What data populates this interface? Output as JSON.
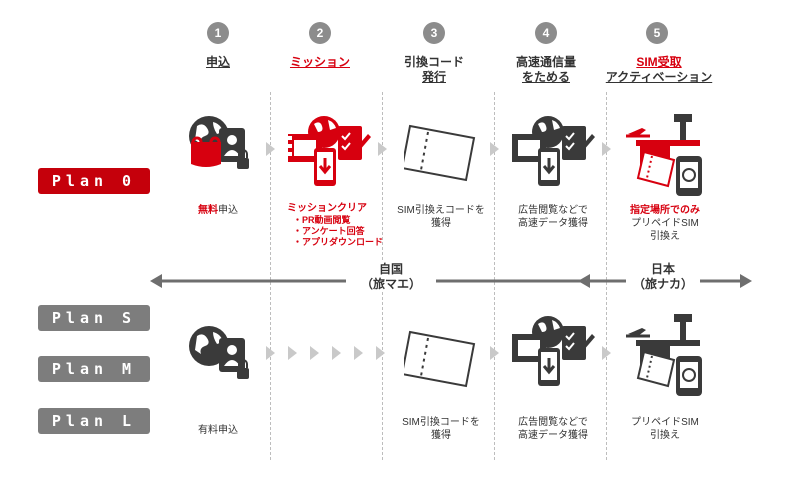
{
  "steps": [
    {
      "num": "1",
      "title_l1": "申込",
      "title_l2": ""
    },
    {
      "num": "2",
      "title_l1": "ミッション",
      "title_l2": ""
    },
    {
      "num": "3",
      "title_l1": "引換コード",
      "title_l2": "発行"
    },
    {
      "num": "4",
      "title_l1": "高速通信量",
      "title_l2": "をためる"
    },
    {
      "num": "5",
      "title_l1": "SIM受取",
      "title_l2": "アクティベーション"
    }
  ],
  "plans": {
    "plan0": "Plan 0",
    "planS": "Plan S",
    "planM": "Plan M",
    "planL": "Plan L"
  },
  "plan0_row": {
    "apply_red": "無料",
    "apply_rest": "申込",
    "mission_title": "ミッションクリア",
    "mission_items": [
      "・PR動画閲覧",
      "・アンケート回答",
      "・アプリダウンロード"
    ],
    "code_l1": "SIM引換えコードを",
    "code_l2": "獲得",
    "data_l1": "広告閲覧などで",
    "data_l2": "高速データ獲得",
    "receive_red": "指定場所でのみ",
    "receive_l2": "プリペイドSIM",
    "receive_l3": "引換え"
  },
  "paid_row": {
    "apply": "有料申込",
    "code_l1": "SIM引換コードを",
    "code_l2": "獲得",
    "data_l1": "広告閲覧などで",
    "data_l2": "高速データ獲得",
    "receive_l1": "プリペイドSIM",
    "receive_l2": "引換え"
  },
  "regions": {
    "home_l1": "自国",
    "home_l2": "（旅マエ）",
    "japan_l1": "日本",
    "japan_l2": "（旅ナカ）"
  },
  "colors": {
    "red": "#d7000f",
    "gray": "#7d7d7d",
    "dark": "#3a3a3a"
  }
}
